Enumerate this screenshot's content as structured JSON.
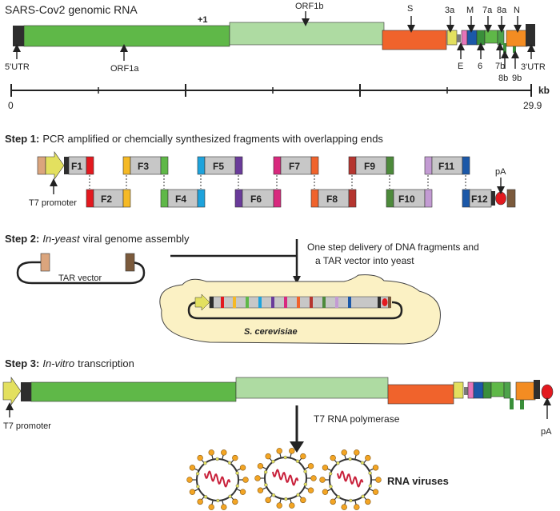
{
  "genome": {
    "title": "SARS-Cov2 genomic RNA",
    "plus_one": "+1",
    "labels": {
      "orf1b": "ORF1b",
      "s": "S",
      "a3": "3a",
      "m": "M",
      "a7": "7a",
      "a8": "8a",
      "n": "N",
      "utr5": "5'UTR",
      "orf1a": "ORF1a",
      "e": "E",
      "six": "6",
      "b7": "7b",
      "b8": "8b",
      "b9": "9b",
      "utr3": "3'UTR"
    },
    "scale": {
      "start": "0",
      "end": "29.9",
      "unit": "kb"
    }
  },
  "step1": {
    "label": "Step 1:",
    "text": "PCR amplified or chemcially synthesized fragments with overlapping ends",
    "fragments": [
      "F1",
      "F2",
      "F3",
      "F4",
      "F5",
      "F6",
      "F7",
      "F8",
      "F9",
      "F10",
      "F11",
      "F12"
    ],
    "t7_promoter": "T7 promoter",
    "pa": "pA"
  },
  "step2": {
    "label": "Step 2:",
    "text_italic": "In-yeast",
    "text_rest": "viral genome assembly",
    "delivery_line1": "One step delivery of DNA fragments and",
    "delivery_line2": "a TAR vector into yeast",
    "tar_vector": "TAR vector",
    "yeast": "S. cerevisiae"
  },
  "step3": {
    "label": "Step 3:",
    "text_italic": "In-vitro",
    "text_rest": "transcription",
    "t7_promoter": "T7 promoter",
    "pa": "pA",
    "polymerase": "T7 RNA polymerase",
    "rna_viruses": "RNA viruses"
  },
  "colors": {
    "dark": "#2e2e2e",
    "orf1a": "#5fb848",
    "orf1b": "#aedba2",
    "spike": "#f0632c",
    "yellow": "#e3e05f",
    "pink": "#e574b8",
    "blue": "#1b58a8",
    "green": "#4da34a",
    "orange": "#f38c22",
    "tan": "#dba57d",
    "brown": "#7b5a3c",
    "red": "#e3191f",
    "frag_grey": "#c7c7c7",
    "virus_red": "#d0202f",
    "yeast": "#fbf1c4"
  }
}
